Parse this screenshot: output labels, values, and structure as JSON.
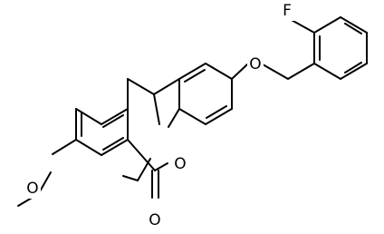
{
  "molecule": {
    "atoms": {
      "fluorine": "F",
      "ether_oxygen": "O",
      "ring_oxygen": "O",
      "methoxy_oxygen": "O",
      "carbonyl_oxygen": "O"
    }
  }
}
